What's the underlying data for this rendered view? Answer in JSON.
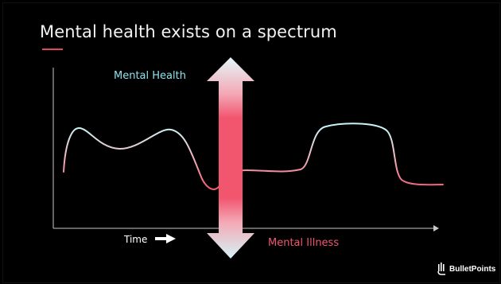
{
  "slide": {
    "title": "Mental health exists on a spectrum",
    "label_top": "Mental Health",
    "label_bottom": "Mental Illness",
    "x_axis_label": "Time",
    "brand": "BulletPoints"
  },
  "colors": {
    "background": "#000000",
    "title_text": "#f2f2f2",
    "accent_red": "#e0485e",
    "health_cyan": "#8fe3ec",
    "illness_pink": "#f0566d",
    "axis": "#c8c8c8"
  }
}
